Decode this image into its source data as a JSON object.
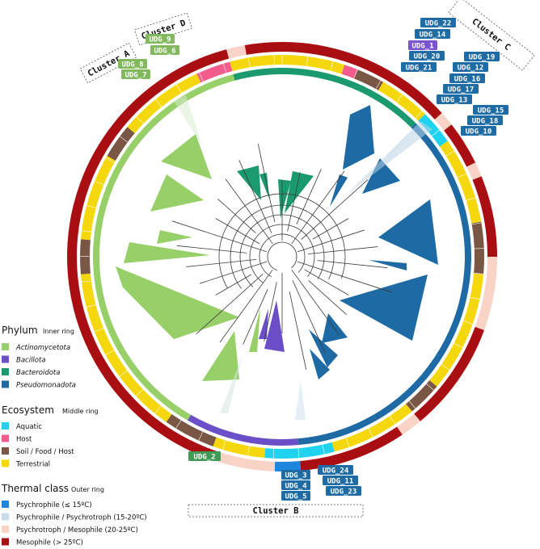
{
  "colors": {
    "actinomycetota": "#97cf68",
    "bacillota": "#6b4fc8",
    "bacteroidota": "#1a9a6e",
    "pseudomonadota": "#1d6aa4",
    "aquatic": "#1ed2f0",
    "host": "#f35c8b",
    "soil_food_host": "#7a5644",
    "terrestrial": "#f4d70c",
    "psychrophile": "#1e86dc",
    "psychrophile_psychrotroph": "#c9dde8",
    "psychrotroph_mesophile": "#f8d3c6",
    "mesophile": "#a90f12",
    "udg_blue": "#1f6ba3",
    "udg_green": "#3f9b56",
    "udg_lightgreen": "#82b85e",
    "udg_purple": "#7b55cf"
  },
  "legend": {
    "phylum": {
      "title": "Phylum",
      "subtitle": "Inner ring",
      "items": [
        {
          "label": "Actinomycetota",
          "color": "#97cf68"
        },
        {
          "label": "Bacillota",
          "color": "#6b4fc8"
        },
        {
          "label": "Bacteroidota",
          "color": "#1a9a6e"
        },
        {
          "label": "Pseudomonadota",
          "color": "#1d6aa4"
        }
      ]
    },
    "ecosystem": {
      "title": "Ecosystem",
      "subtitle": "Middle ring",
      "items": [
        {
          "label": "Aquatic",
          "color": "#1ed2f0"
        },
        {
          "label": "Host",
          "color": "#f35c8b"
        },
        {
          "label": "Soil / Food / Host",
          "color": "#7a5644"
        },
        {
          "label": "Terrestrial",
          "color": "#f4d70c"
        }
      ]
    },
    "thermal": {
      "title": "Thermal class",
      "subtitle": "Outer ring",
      "items": [
        {
          "label": "Psychrophile (≤ 15ºC)",
          "color": "#1e86dc"
        },
        {
          "label": "Psychrophile / Psychrotroph (15-20ºC)",
          "color": "#c9dde8"
        },
        {
          "label": "Psychrotroph / Mesophile (20-25ºC)",
          "color": "#f8d3c6"
        },
        {
          "label": "Mesophile  (> 25ºC)",
          "color": "#a90f12"
        }
      ]
    }
  },
  "clusters": {
    "a": "Cluster A",
    "b": "Cluster B",
    "c": "Cluster C",
    "d": "Cluster D"
  },
  "udg_labels": {
    "udg_1": "UDG_1",
    "udg_2": "UDG_2",
    "udg_3": "UDG_3",
    "udg_4": "UDG_4",
    "udg_5": "UDG_5",
    "udg_6": "UDG_6",
    "udg_7": "UDG_7",
    "udg_8": "UDG_8",
    "udg_9": "UDG_9",
    "udg_10": "UDG_10",
    "udg_11": "UDG_11",
    "udg_12": "UDG_12",
    "udg_13": "UDG_13",
    "udg_14": "UDG_14",
    "udg_15": "UDG_15",
    "udg_16": "UDG_16",
    "udg_17": "UDG_17",
    "udg_18": "UDG_18",
    "udg_19": "UDG_19",
    "udg_20": "UDG_20",
    "udg_21": "UDG_21",
    "udg_22": "UDG_22",
    "udg_23": "UDG_23",
    "udg_24": "UDG_24"
  }
}
